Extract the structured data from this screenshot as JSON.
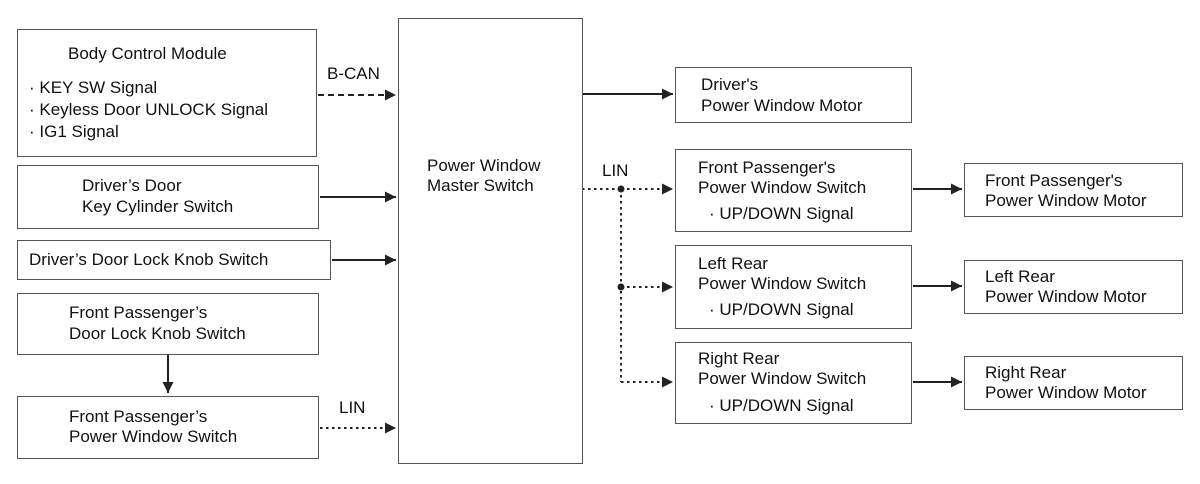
{
  "bcm": {
    "title": "Body Control Module",
    "items": [
      "· KEY SW Signal",
      "· Keyless Door UNLOCK Signal",
      "· IG1 Signal"
    ]
  },
  "driver_door_key_cyl": {
    "line1": "Driver’s Door",
    "line2": "Key Cylinder Switch"
  },
  "driver_door_lock_knob": {
    "label": "Driver’s Door Lock Knob Switch"
  },
  "fp_door_lock_knob": {
    "line1": "Front Passenger’s",
    "line2": "Door Lock Knob Switch"
  },
  "fp_pw_switch_left": {
    "line1": "Front Passenger’s",
    "line2": "Power Window Switch"
  },
  "master_switch": {
    "line1": "Power Window",
    "line2": "Master Switch"
  },
  "driver_motor": {
    "line1": "Driver's",
    "line2": "Power Window Motor"
  },
  "fp_pw_switch_right": {
    "line1": "Front Passenger's",
    "line2": "Power Window Switch",
    "signal": "· UP/DOWN Signal"
  },
  "lr_pw_switch": {
    "line1": "Left Rear",
    "line2": "Power Window Switch",
    "signal": "· UP/DOWN Signal"
  },
  "rr_pw_switch": {
    "line1": "Right Rear",
    "line2": "Power Window Switch",
    "signal": "· UP/DOWN Signal"
  },
  "fp_motor": {
    "line1": "Front Passenger's",
    "line2": "Power Window Motor"
  },
  "lr_motor": {
    "line1": "Left Rear",
    "line2": "Power Window Motor"
  },
  "rr_motor": {
    "line1": "Right Rear",
    "line2": "Power Window Motor"
  },
  "connections": {
    "bcan_label": "B-CAN",
    "lin_label_right": "LIN",
    "lin_label_left": "LIN"
  }
}
